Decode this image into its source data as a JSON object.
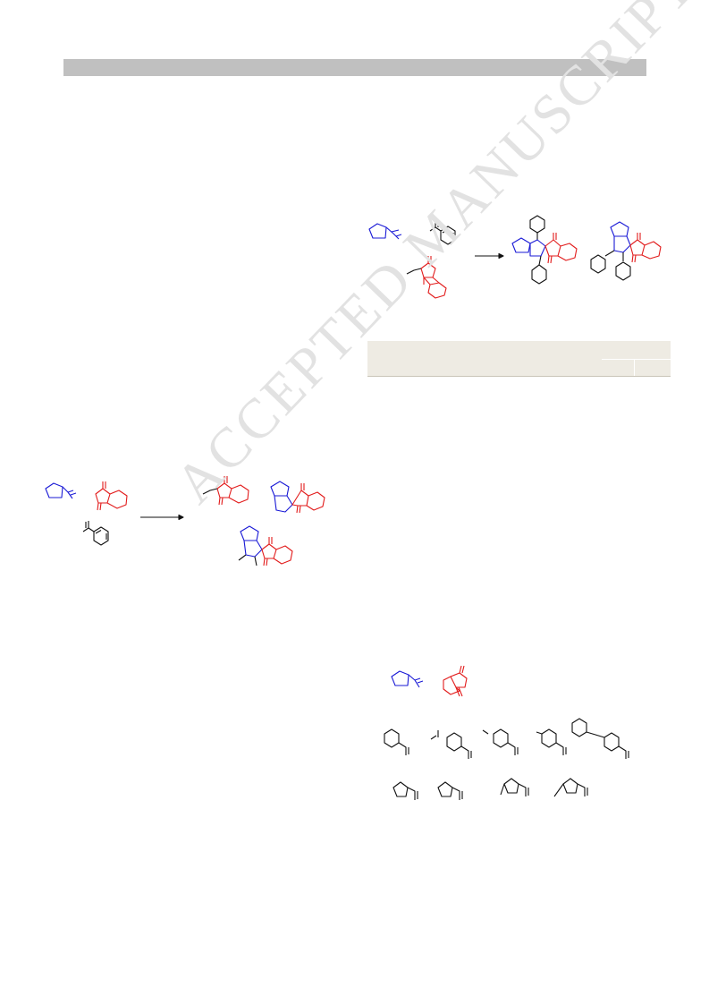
{
  "watermark": {
    "text": "ACCEPTED MANUSCRIPT"
  },
  "colors": {
    "page_background": "#ffffff",
    "header_bar": "#c0c0c0",
    "table_header": "#eeebe3",
    "watermark": "#e2e2e2",
    "blue_fragment": "#1a1ad6",
    "red_fragment": "#e21b1b",
    "black_fragment": "#111111"
  },
  "figures": [
    {
      "id": "scheme-top-right",
      "content": "reaction scheme: blue pyrrolidine amide + styrene + red indanedione arylidene → two spiro-indanedione pyrrolizidine products with phenyl groups"
    },
    {
      "id": "scheme-left",
      "content": "reaction scheme: blue pyrrolidine + red indanedione + styrene → red arylidene indanedione and blue/red spiro products"
    },
    {
      "id": "scheme-bottom-right",
      "content": "substrate scope: blue pyrrolidine, red indanedione, row of aryl vinyl substrates, row of thienyl substrates"
    }
  ]
}
